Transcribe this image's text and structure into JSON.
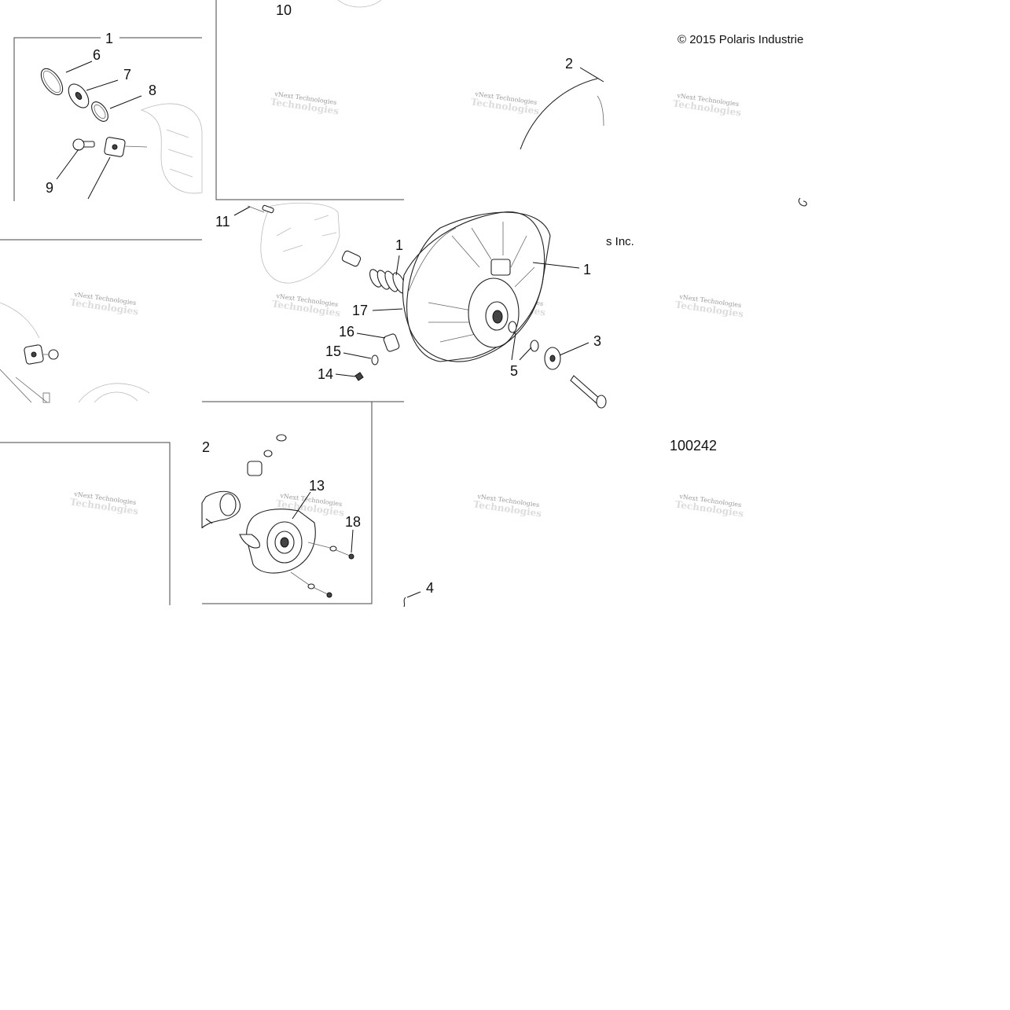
{
  "copyright": {
    "main": "© 2015 Polaris Industrie",
    "fragment": "s Inc."
  },
  "figure_code": "100242",
  "watermark": {
    "line1": "vNext Technologies",
    "line2": "Technologies"
  },
  "callouts": {
    "c1_inset": "1",
    "c6": "6",
    "c7": "7",
    "c8": "8",
    "c9": "9",
    "c10": "10",
    "c2_top": "2",
    "c11": "11",
    "c1_spring": "1",
    "c1_clutch": "1",
    "c17": "17",
    "c16": "16",
    "c15": "15",
    "c14": "14",
    "c3": "3",
    "c5": "5",
    "c2_bottom": "2",
    "c13": "13",
    "c18": "18",
    "c4": "4"
  }
}
